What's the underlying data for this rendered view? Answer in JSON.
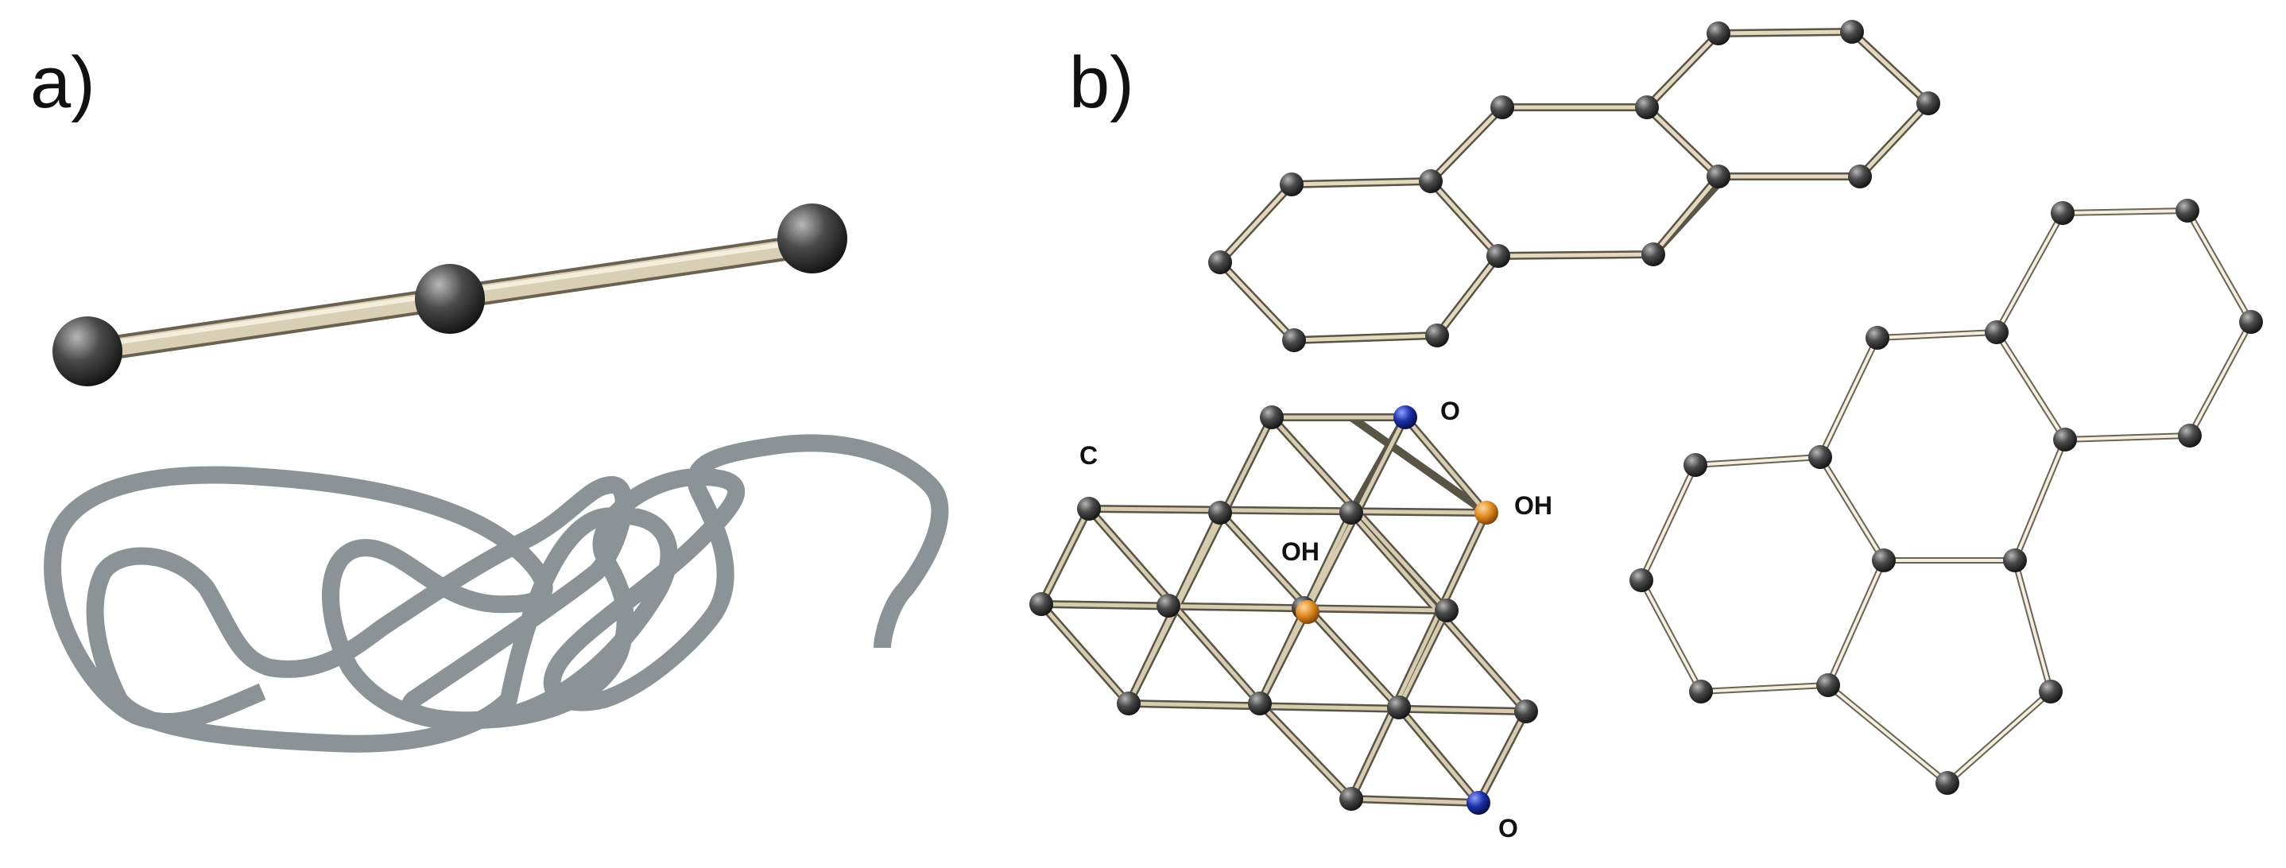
{
  "panels": [
    {
      "id": "a",
      "label": "a)"
    },
    {
      "id": "b",
      "label": "b)"
    }
  ],
  "atom_labels": {
    "carbon": "C",
    "oxygen_top": "O",
    "hydroxyl_right": "OH",
    "hydroxyl_center": "OH",
    "oxygen_bottom": "O"
  },
  "colors": {
    "bond": "#b9af98",
    "bond_edge": "#5a5446",
    "carbon_atom": "#3c3c3c",
    "oxygen_atom": "#1a2fa8",
    "hydroxyl_atom": "#e08a1e",
    "polymer_coil": "#8c9396"
  }
}
